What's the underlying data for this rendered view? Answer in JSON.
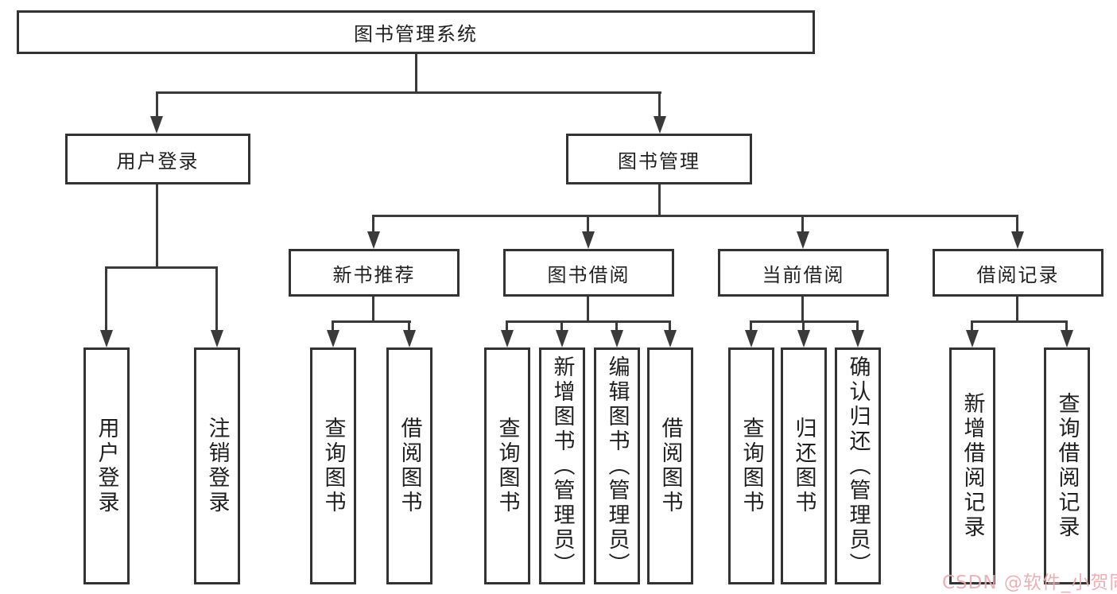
{
  "diagram": {
    "title": "图书管理系统",
    "branches": [
      {
        "label": "用户登录",
        "children": [
          "用户登录",
          "注销登录"
        ]
      },
      {
        "label": "图书管理",
        "children": [
          {
            "label": "新书推荐",
            "children": [
              "查询图书",
              "借阅图书"
            ]
          },
          {
            "label": "图书借阅",
            "children": [
              "查询图书",
              "新增图书（管理员）",
              "编辑图书（管理员）",
              "借阅图书"
            ]
          },
          {
            "label": "当前借阅",
            "children": [
              "查询图书",
              "归还图书",
              "确认归还（管理员）"
            ]
          },
          {
            "label": "借阅记录",
            "children": [
              "新增借阅记录",
              "查询借阅记录"
            ]
          }
        ]
      }
    ]
  },
  "watermark": {
    "text": "CSDN @软件_小贺同学",
    "color": "#eba9b0"
  },
  "colors": {
    "line": "#3a3a3a",
    "box_border": "#333333",
    "text": "#1f1f1f",
    "background": "#ffffff"
  }
}
